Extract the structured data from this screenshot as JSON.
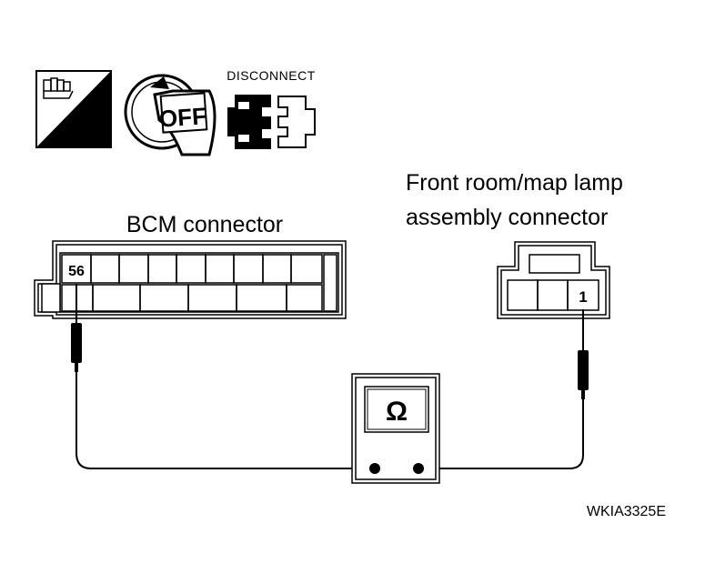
{
  "icons": {
    "hs_icon": {
      "label": "H.S."
    },
    "ignition_icon": {
      "label": "OFF"
    },
    "disconnect_icon": {
      "label": "DISCONNECT"
    }
  },
  "bcm_connector": {
    "title": "BCM connector",
    "pin_label": "56"
  },
  "lamp_connector": {
    "title_line1": "Front room/map lamp",
    "title_line2": "assembly connector",
    "pin_label": "1"
  },
  "ohmmeter": {
    "symbol": "Ω"
  },
  "figure_id": "WKIA3325E",
  "colors": {
    "ink": "#000000",
    "connector_fill": "#ffffff"
  }
}
